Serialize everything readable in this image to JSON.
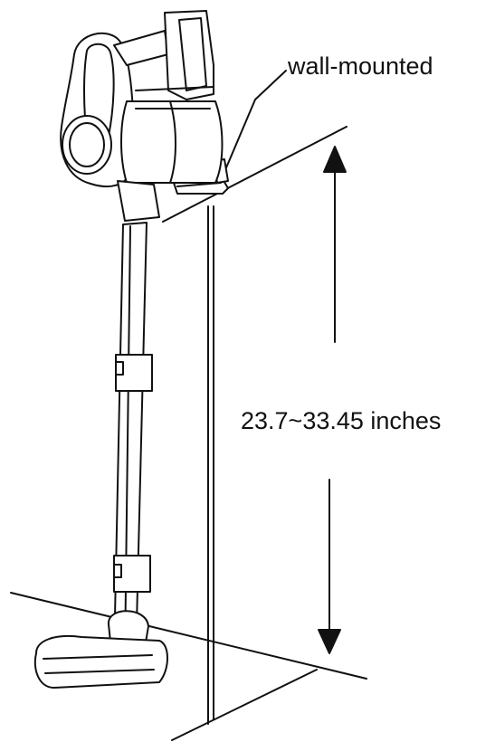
{
  "diagram": {
    "wall_label": "wall-mounted",
    "height_range_label": "23.7~33.45 inches",
    "icon": "stick-vacuum-illustration",
    "colors": {
      "line": "#111111",
      "background": "#ffffff"
    }
  }
}
